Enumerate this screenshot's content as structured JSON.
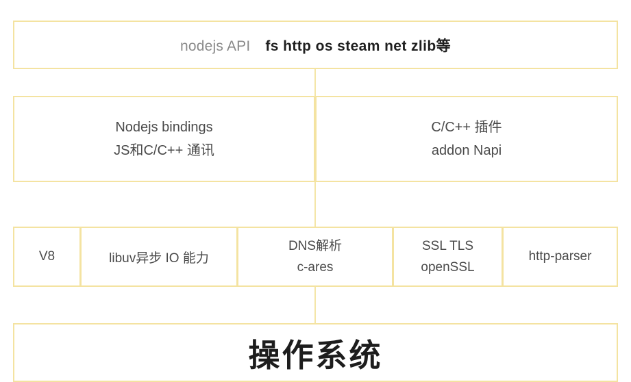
{
  "diagram": {
    "title": "Node.js Architecture Layers",
    "accent_border": "#f4e3a1",
    "connector_color": "#f4e6a8",
    "background": "#ffffff"
  },
  "layers": {
    "api": {
      "label": "nodejs API",
      "modules": "fs  http os  steam net zlib等"
    },
    "bindings": {
      "left": {
        "line1": "Nodejs bindings",
        "line2": "JS和C/C++ 通讯"
      },
      "right": {
        "line1": "C/C++ 插件",
        "line2": "addon  Napi"
      }
    },
    "engines": [
      {
        "name": "v8",
        "line1": "V8",
        "line2": ""
      },
      {
        "name": "libuv",
        "line1": "libuv异步 IO 能力",
        "line2": ""
      },
      {
        "name": "dns",
        "line1": "DNS解析",
        "line2": "c-ares"
      },
      {
        "name": "ssl",
        "line1": "SSL TLS",
        "line2": "openSSL"
      },
      {
        "name": "http-parser",
        "line1": "http-parser",
        "line2": ""
      }
    ],
    "os": {
      "label": "操作系统"
    }
  }
}
